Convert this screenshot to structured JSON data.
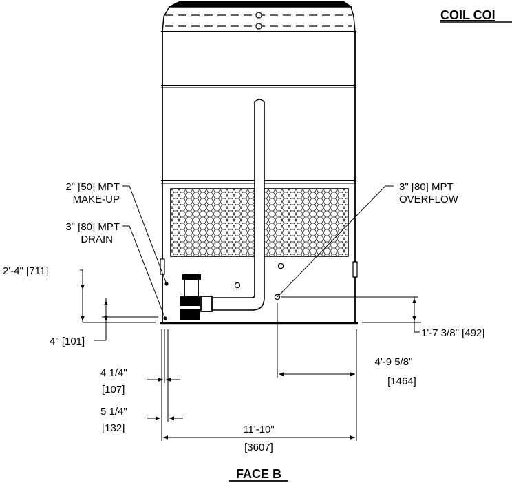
{
  "drawing": {
    "header_label": "COIL COI",
    "face_label": "FACE B"
  },
  "callouts": {
    "makeup": {
      "line1": "2\" [50] MPT",
      "line2": "MAKE-UP"
    },
    "drain": {
      "line1": "3\" [80] MPT",
      "line2": "DRAIN"
    },
    "overflow": {
      "line1": "3\" [80] MPT",
      "line2": "OVERFLOW"
    }
  },
  "dimensions": {
    "makeup_height": "2'-4\" [711]",
    "drain_height": "4\" [101]",
    "overflow_height": "1'-7 3/8\" [492]",
    "overflow_offset": {
      "line1": "4'-9 5/8\"",
      "line2": "[1464]"
    },
    "makeup_offset": {
      "line1": "4 1/4\"",
      "line2": "[107]"
    },
    "drain_offset": {
      "line1": "5 1/4\"",
      "line2": "[132]"
    },
    "overall_width": {
      "line1": "11'-10\"",
      "line2": "[3607]"
    }
  }
}
